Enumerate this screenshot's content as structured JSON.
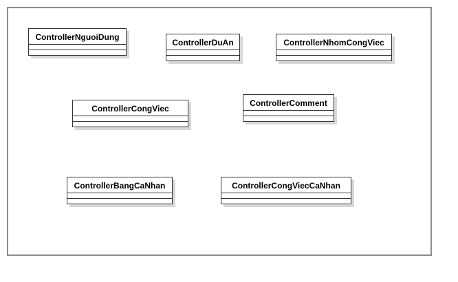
{
  "diagram": {
    "classes": [
      {
        "id": "nguoidung",
        "name": "ControllerNguoiDung"
      },
      {
        "id": "duan",
        "name": "ControllerDuAn"
      },
      {
        "id": "nhomcongviec",
        "name": "ControllerNhomCongViec"
      },
      {
        "id": "congviec",
        "name": "ControllerCongViec"
      },
      {
        "id": "comment",
        "name": "ControllerComment"
      },
      {
        "id": "bangcanhan",
        "name": "ControllerBangCaNhan"
      },
      {
        "id": "congvieccanhan",
        "name": "ControllerCongViecCaNhan"
      }
    ]
  }
}
